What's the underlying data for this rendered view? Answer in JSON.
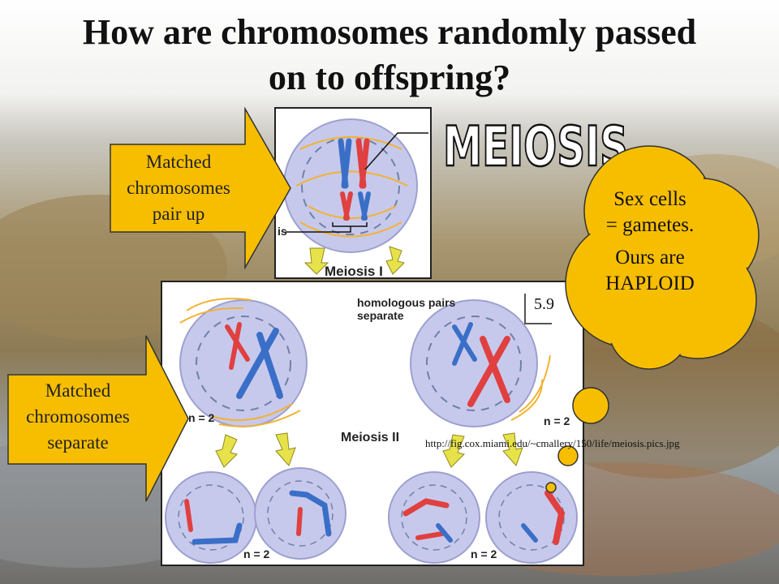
{
  "slide": {
    "title_line1": "How are chromosomes randomly passed",
    "title_line2": "on to offspring?",
    "meiosis_word": "MEIOSIS",
    "arrow_top": [
      "Matched",
      "chromosomes",
      "pair up"
    ],
    "arrow_bottom": [
      "Matched",
      "chromosomes",
      "separate"
    ],
    "thought_line1": "Sex cells",
    "thought_line2": "= gametes.",
    "thought_line3": "Ours are",
    "thought_line4": "HAPLOID",
    "figure_number": "5.9",
    "source_url": "http://fig.cox.miami.edu/~cmallery/150/life/meiosis.pics.jpg"
  },
  "figure": {
    "top_label_is": "is",
    "meiosis_1": "Meiosis I",
    "homologous_line1": "homologous pairs",
    "homologous_line2": "separate",
    "meiosis_2": "Meiosis II",
    "n_equals_2": "n = 2",
    "left_edge_2": "2"
  },
  "colors": {
    "arrow_fill": "#f7be00",
    "thought_fill": "#f7be00",
    "chrom_red": "#e04040",
    "chrom_blue": "#3a6fc8",
    "cell_fill": "#c7c9ec",
    "spindle": "#f2b233"
  }
}
